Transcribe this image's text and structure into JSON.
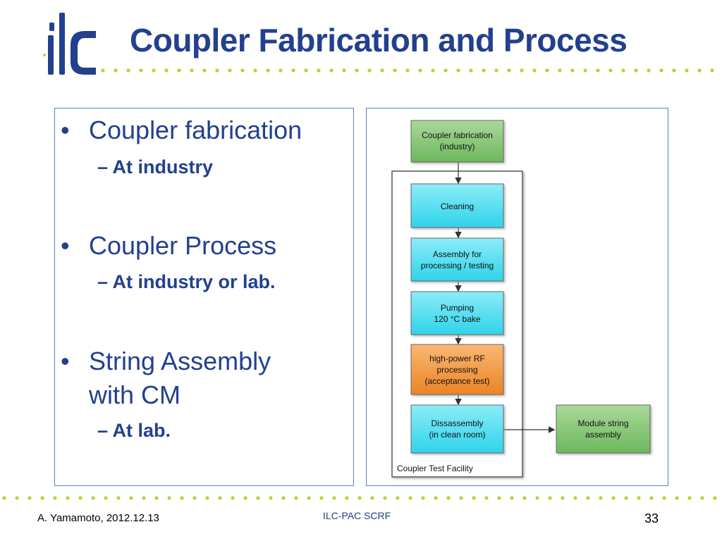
{
  "slide": {
    "title": "Coupler Fabrication and Process",
    "logo_text": "ilc"
  },
  "bullets": [
    {
      "text": "Coupler fabrication",
      "sub": "At industry"
    },
    {
      "text": "Coupler Process",
      "sub": "At industry or lab."
    },
    {
      "text_line1": "String Assembly",
      "text_line2": "with CM",
      "sub": "At lab."
    }
  ],
  "bullet_symbol": "•",
  "sub_symbol": "–",
  "diagram": {
    "facility_label": "Coupler Test Facility",
    "boxes": [
      {
        "line1": "Coupler fabrication",
        "line2": "(industry)",
        "color": "green"
      },
      {
        "line1": "Cleaning",
        "line2": "",
        "color": "cyan"
      },
      {
        "line1": "Assembly for",
        "line2": "processing / testing",
        "color": "cyan"
      },
      {
        "line1": "Pumping",
        "line2": "120 °C bake",
        "color": "cyan"
      },
      {
        "line1": "high-power RF",
        "line2": "processing",
        "line3": "(acceptance test)",
        "color": "orange"
      },
      {
        "line1": "Dissassembly",
        "line2": "(in clean room)",
        "color": "cyan"
      },
      {
        "line1": "Module string",
        "line2": "assembly",
        "color": "green"
      }
    ]
  },
  "footer": {
    "author": "A. Yamamoto, 2012.12.13",
    "center": "ILC-PAC SCRF",
    "page": "33"
  },
  "colors": {
    "title": "#23408e",
    "dots": "#b5d43a",
    "frame": "#5b7fd0",
    "green": "#7fc26f",
    "cyan": "#3fd8ec",
    "orange": "#f0913a"
  }
}
